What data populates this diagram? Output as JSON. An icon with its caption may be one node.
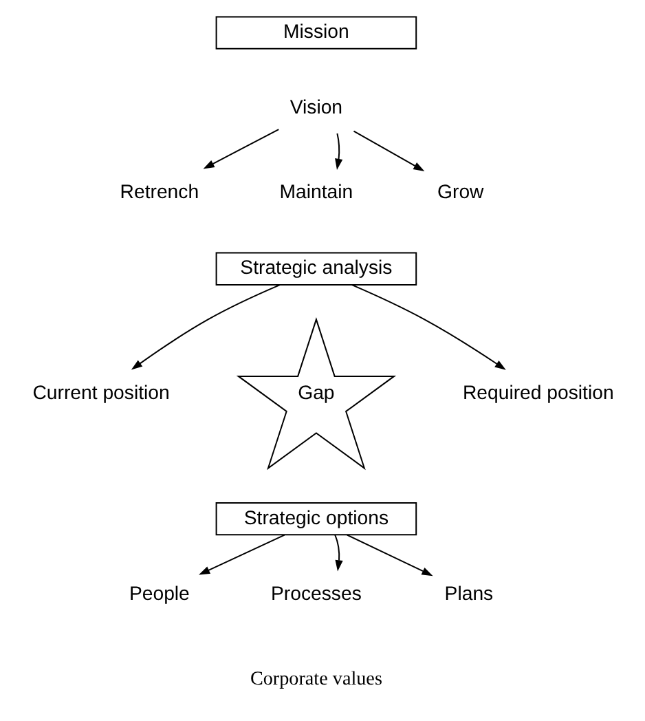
{
  "diagram": {
    "nodes": [
      {
        "text": [
          "Mission"
        ]
      },
      {
        "text": [
          "Vision"
        ]
      },
      {
        "text": [
          "Retrench"
        ]
      },
      {
        "text": [
          "Maintain"
        ]
      },
      {
        "text": [
          "Grow"
        ]
      },
      {
        "text": [
          "Strategic analysis"
        ]
      },
      {
        "text": [
          "Current position"
        ]
      },
      {
        "text": [
          "Gap"
        ]
      },
      {
        "text": [
          "Required position"
        ]
      },
      {
        "text": [
          "Strategic options"
        ]
      },
      {
        "text": [
          "People"
        ]
      },
      {
        "text": [
          "Processes"
        ]
      },
      {
        "text": [
          "Plans"
        ]
      }
    ],
    "edges": [
      {
        "from": 1,
        "to": 2,
        "arrow": "to"
      },
      {
        "from": 1,
        "to": 3,
        "arrow": "to"
      },
      {
        "from": 1,
        "to": 4,
        "arrow": "to"
      },
      {
        "from": 5,
        "to": 6,
        "arrow": "to"
      },
      {
        "from": 5,
        "to": 8,
        "arrow": "to"
      },
      {
        "from": 9,
        "to": 10,
        "arrow": "to"
      },
      {
        "from": 9,
        "to": 11,
        "arrow": "to"
      },
      {
        "from": 9,
        "to": 12,
        "arrow": "to"
      }
    ],
    "labels": [
      "Corporate values"
    ]
  }
}
